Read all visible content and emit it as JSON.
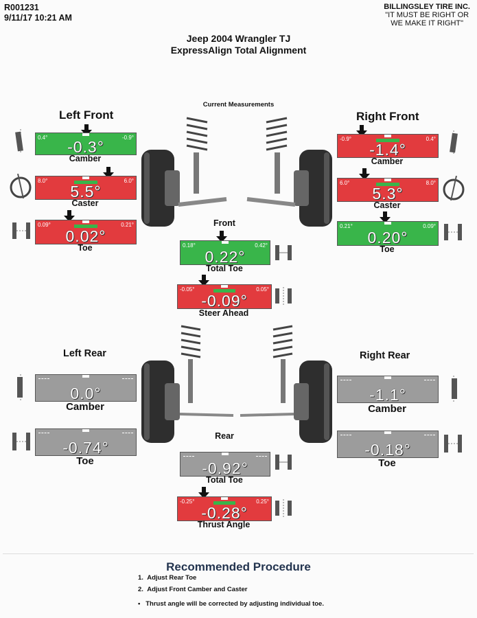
{
  "header": {
    "ro_number": "R001231",
    "datetime": "9/11/17 10:21 AM",
    "shop_name": "BILLINGSLEY TIRE INC.",
    "slogan_line1": "\"IT MUST BE RIGHT OR",
    "slogan_line2": "WE MAKE IT RIGHT\""
  },
  "vehicle": {
    "name": "Jeep 2004 Wrangler TJ",
    "service": "ExpressAlign Total Alignment"
  },
  "current_measurements_label": "Current Measurements",
  "left_front": {
    "title": "Left Front",
    "camber": {
      "min": "0.4°",
      "max": "-0.9°",
      "value": "-0.3°",
      "label": "Camber",
      "status": "green"
    },
    "caster": {
      "min": "8.0°",
      "max": "6.0°",
      "value": "5.5°",
      "label": "Caster",
      "status": "red"
    },
    "toe": {
      "min": "0.09°",
      "max": "0.21°",
      "value": "0.02°",
      "label": "Toe",
      "status": "red"
    }
  },
  "right_front": {
    "title": "Right Front",
    "camber": {
      "min": "-0.9°",
      "max": "0.4°",
      "value": "-1.4°",
      "label": "Camber",
      "status": "red"
    },
    "caster": {
      "min": "6.0°",
      "max": "8.0°",
      "value": "5.3°",
      "label": "Caster",
      "status": "red"
    },
    "toe": {
      "min": "0.21°",
      "max": "0.09°",
      "value": "0.20°",
      "label": "Toe",
      "status": "green"
    }
  },
  "front": {
    "title": "Front",
    "total_toe": {
      "min": "0.18°",
      "max": "0.42°",
      "value": "0.22°",
      "label": "Total Toe",
      "status": "green"
    },
    "steer_ahead": {
      "min": "-0.05°",
      "max": "0.05°",
      "value": "-0.09°",
      "label": "Steer Ahead",
      "status": "red"
    }
  },
  "left_rear": {
    "title": "Left Rear",
    "camber": {
      "value": "0.0°",
      "label": "Camber",
      "status": "gray"
    },
    "toe": {
      "value": "-0.74°",
      "label": "Toe",
      "status": "gray"
    }
  },
  "right_rear": {
    "title": "Right Rear",
    "camber": {
      "value": "-1.1°",
      "label": "Camber",
      "status": "gray"
    },
    "toe": {
      "value": "-0.18°",
      "label": "Toe",
      "status": "gray"
    }
  },
  "rear": {
    "title": "Rear",
    "total_toe": {
      "value": "-0.92°",
      "label": "Total Toe",
      "status": "gray"
    },
    "thrust_angle": {
      "min": "-0.25°",
      "max": "0.25°",
      "value": "-0.28°",
      "label": "Thrust Angle",
      "status": "red"
    }
  },
  "recommended": {
    "title": "Recommended Procedure",
    "steps": [
      "Adjust Rear Toe",
      "Adjust Front Camber and Caster"
    ],
    "note": "Thrust angle will be corrected by adjusting individual toe."
  },
  "colors": {
    "red": "#e23b3e",
    "green": "#39b54a",
    "gray": "#9c9c9c",
    "recommended_title": "#23344f"
  }
}
